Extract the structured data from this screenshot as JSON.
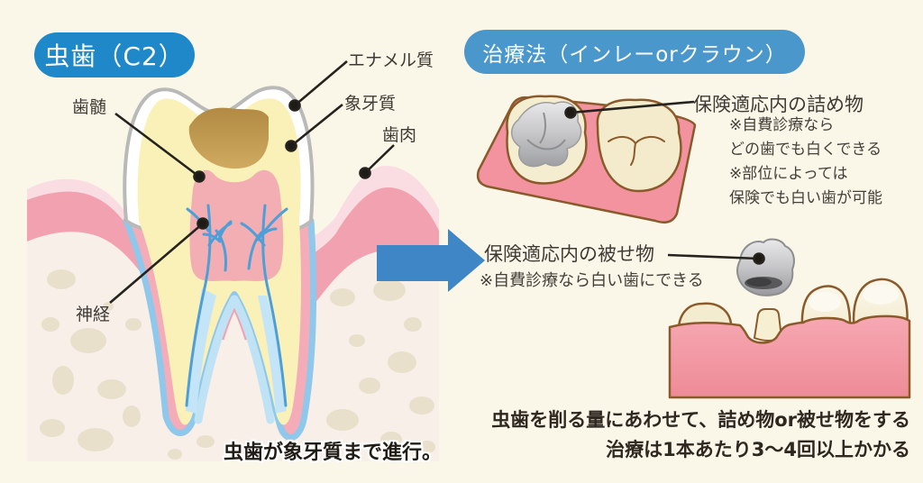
{
  "colors": {
    "background": "#FAF7E8",
    "badge_caries": "#1F88C8",
    "badge_treatment": "#4A97CC",
    "arrow_blue": "#3E86C5",
    "gum_pink": "#F1A1AF",
    "dentin_yellow": "#FAF1B8",
    "nerve_blue": "#4E9FD8",
    "cavity_brown": "#BE9750",
    "metal_silver": "#C9C9CC"
  },
  "left": {
    "badge": "虫歯（C2）",
    "labels": {
      "pulp": "歯髄",
      "enamel": "エナメル質",
      "dentin": "象牙質",
      "gingiva": "歯肉",
      "nerve": "神経"
    },
    "caption": "虫歯が象牙質まで進行。"
  },
  "right": {
    "badge": "治療法（インレーorクラウン）",
    "inlay_heading": "保険適応内の詰め物",
    "inlay_notes": [
      "※自費診療なら",
      "どの歯でも白くできる",
      "※部位によっては",
      "保険でも白い歯が可能"
    ],
    "crown_heading": "保険適応内の被せ物",
    "crown_note": "※自費診療なら白い歯にできる",
    "footer_line1": "虫歯を削る量にあわせて、詰め物or被せ物をする",
    "footer_line2": "治療は1本あたり3〜4回以上かかる"
  }
}
